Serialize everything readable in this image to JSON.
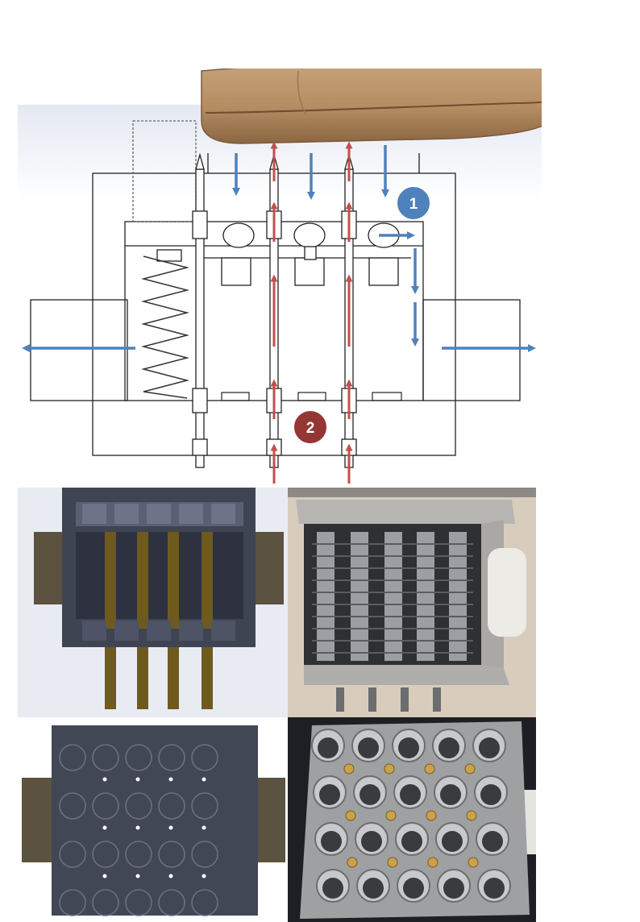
{
  "markers": {
    "m1": {
      "label": "1",
      "color": "#4f81bd"
    },
    "m2": {
      "label": "2",
      "color": "#943634"
    }
  },
  "flows": {
    "exhaust_color": "#4f81bd",
    "supply_color": "#c0504d"
  },
  "panels": [
    {
      "id": "diagram",
      "kind": "schematic section with shoe sole"
    },
    {
      "id": "cad-section",
      "kind": "cad section view"
    },
    {
      "id": "photo-side",
      "kind": "photo of assembled module, spring side"
    },
    {
      "id": "cad-top",
      "kind": "cad top view"
    },
    {
      "id": "photo-top",
      "kind": "photo of module top with cylinders"
    }
  ]
}
